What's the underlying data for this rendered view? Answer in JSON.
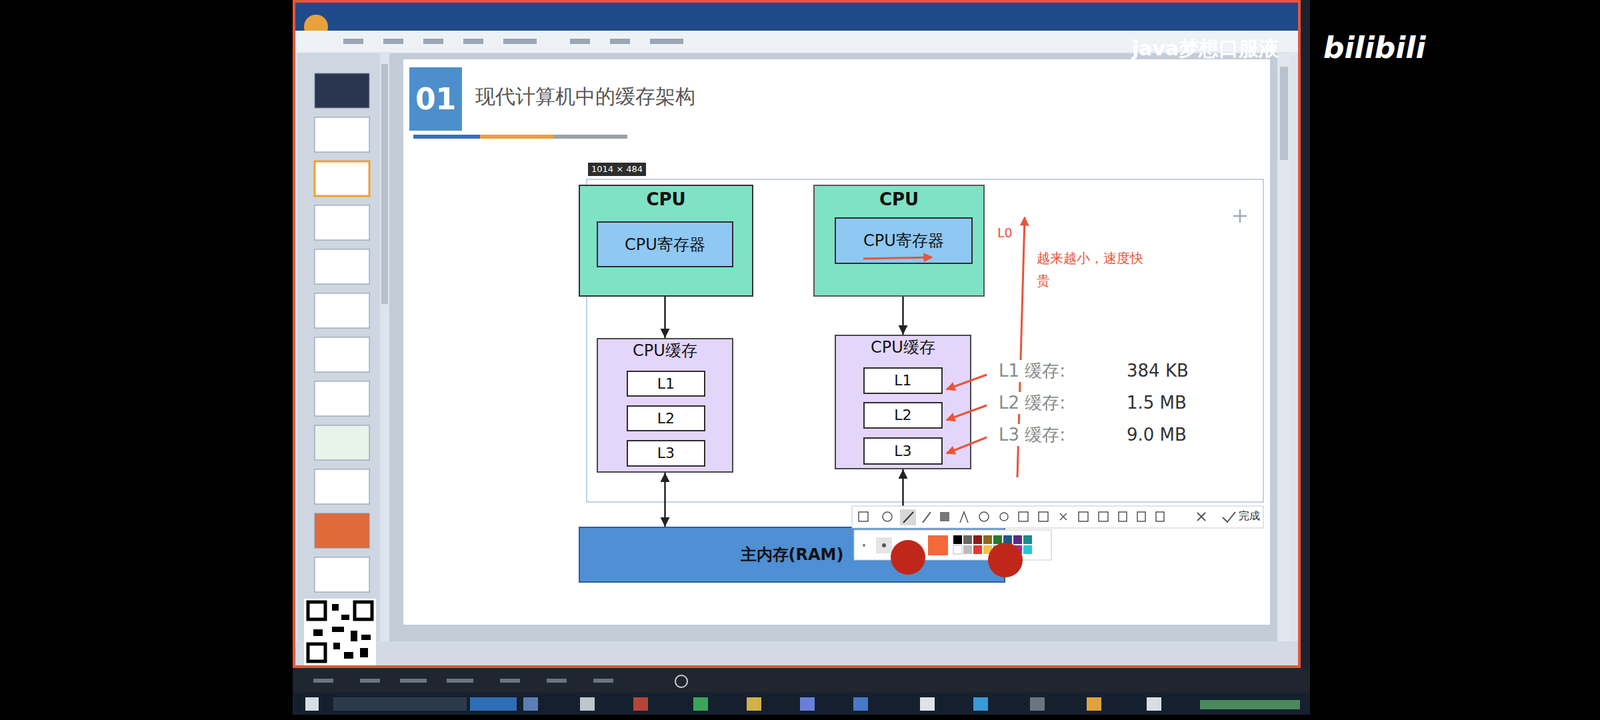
{
  "diagram": {
    "title": "现代计算机中的缓存架构",
    "nodes": [
      {
        "text": [
          "CPU"
        ]
      },
      {
        "text": [
          "CPU寄存器"
        ],
        "in": 0
      },
      {
        "text": [
          "CPU缓存"
        ]
      },
      {
        "text": [
          "L1"
        ],
        "in": 2
      },
      {
        "text": [
          "L2"
        ],
        "in": 2
      },
      {
        "text": [
          "L3"
        ],
        "in": 2
      },
      {
        "text": [
          "CPU"
        ]
      },
      {
        "text": [
          "CPU寄存器"
        ],
        "in": 6
      },
      {
        "text": [
          "CPU缓存"
        ]
      },
      {
        "text": [
          "L1"
        ],
        "in": 8
      },
      {
        "text": [
          "L2"
        ],
        "in": 8
      },
      {
        "text": [
          "L3"
        ],
        "in": 8
      },
      {
        "text": [
          "主内存(RAM)"
        ]
      }
    ],
    "edges": [
      {
        "from": 1,
        "to": 2,
        "arrow": "both"
      },
      {
        "from": 2,
        "to": 12,
        "arrow": "both"
      },
      {
        "from": 7,
        "to": 8,
        "arrow": "both"
      },
      {
        "from": 12,
        "to": 8,
        "arrow": "to"
      }
    ],
    "labels": [
      "01",
      "1014 × 484",
      "L0",
      "越来越小，速度快 贵",
      "L1 缓存:",
      "384 KB",
      "L2 缓存:",
      "1.5 MB",
      "L3 缓存:",
      "9.0 MB",
      "完成",
      "java梦想口服液",
      "bilibili"
    ]
  }
}
